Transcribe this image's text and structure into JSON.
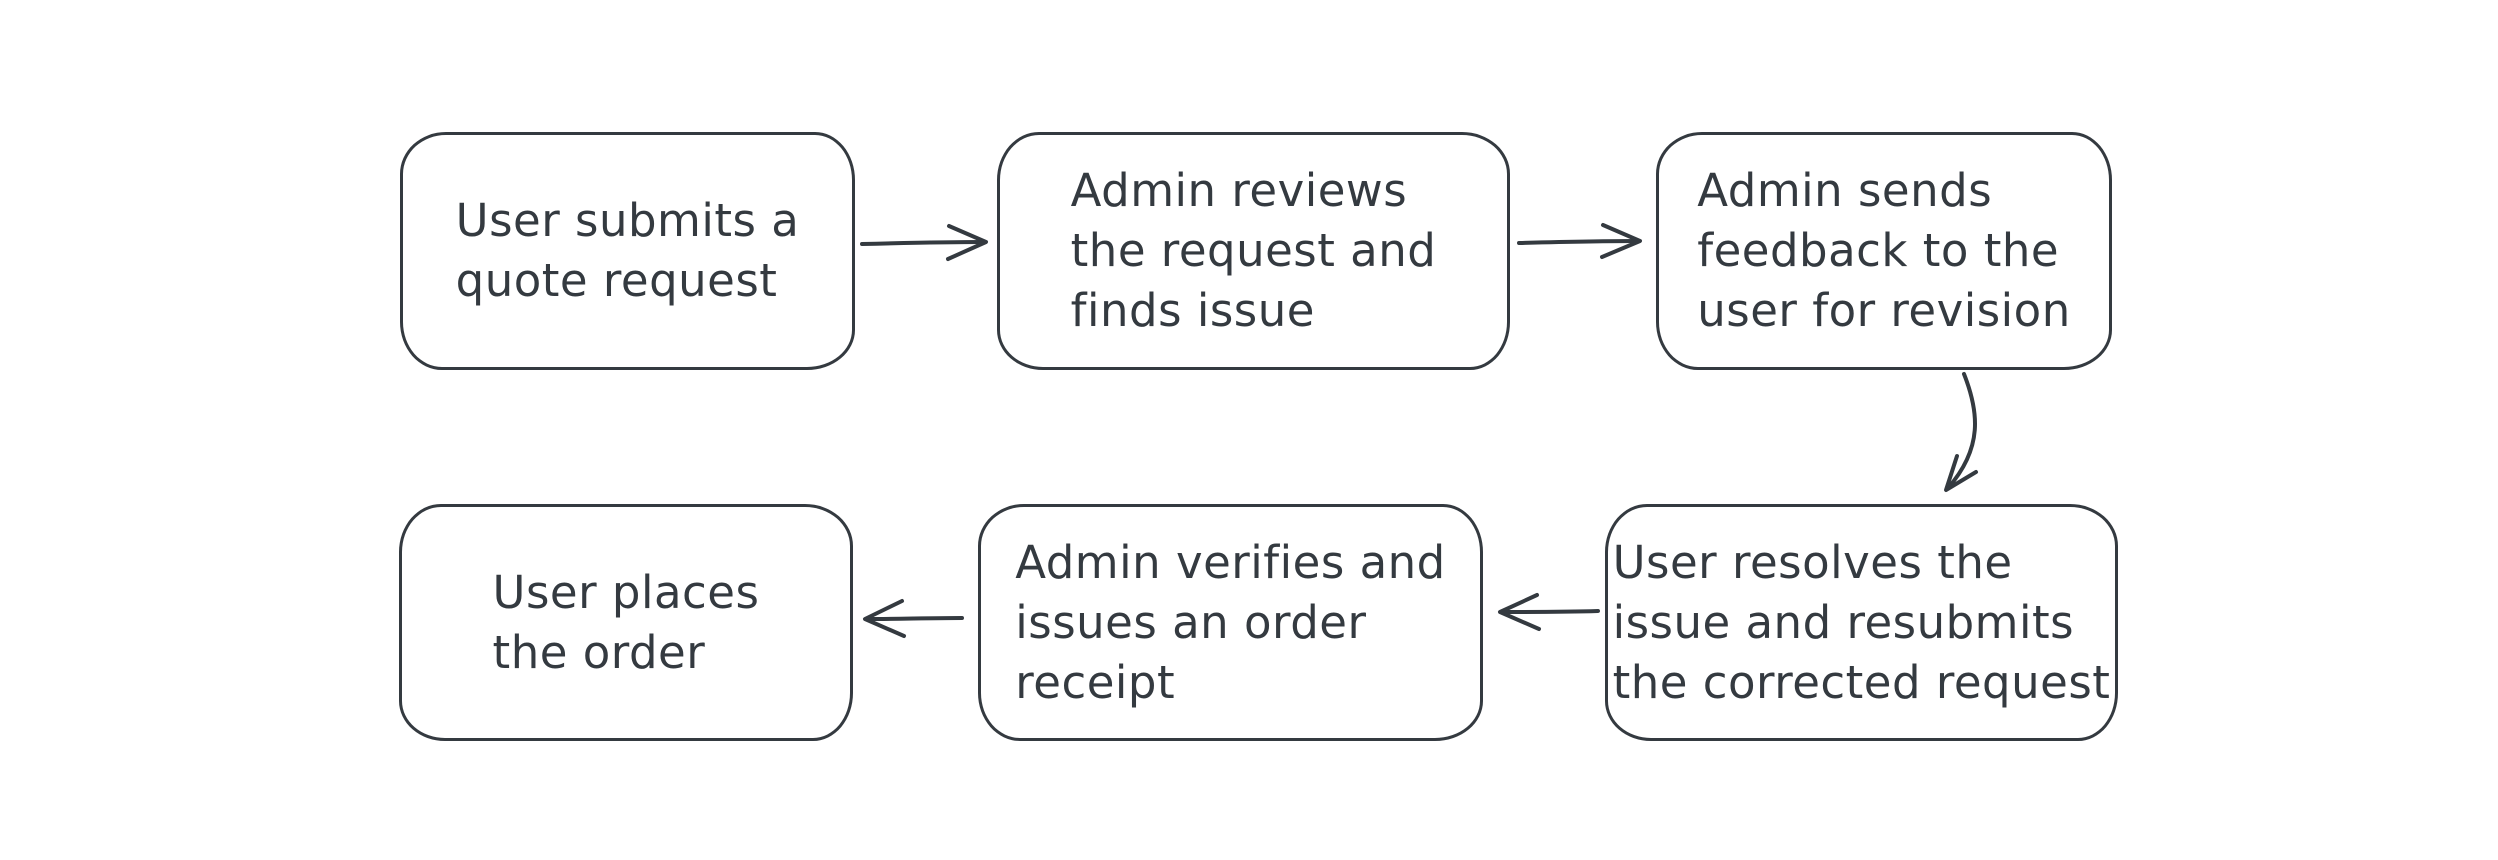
{
  "diagram": {
    "type": "flowchart",
    "background_color": "#ffffff",
    "stroke_color": "#343a40",
    "nodes": [
      {
        "id": "user-submits-quote",
        "label": "User submits a\nquote request"
      },
      {
        "id": "admin-reviews-request",
        "label": "Admin reviews\nthe request and\nfinds issue"
      },
      {
        "id": "admin-sends-feedback",
        "label": "Admin sends\nfeedback to the\nuser for revision"
      },
      {
        "id": "user-resolves-issue",
        "label": "User resolves the\nissue and resubmits\nthe corrected request"
      },
      {
        "id": "admin-verifies-receipt",
        "label": "Admin verifies and\nissues an order\nreceipt"
      },
      {
        "id": "user-places-order",
        "label": "User places\nthe order"
      }
    ],
    "edges": [
      {
        "from": "user-submits-quote",
        "to": "admin-reviews-request",
        "direction": "right"
      },
      {
        "from": "admin-reviews-request",
        "to": "admin-sends-feedback",
        "direction": "right"
      },
      {
        "from": "admin-sends-feedback",
        "to": "user-resolves-issue",
        "direction": "down"
      },
      {
        "from": "user-resolves-issue",
        "to": "admin-verifies-receipt",
        "direction": "left"
      },
      {
        "from": "admin-verifies-receipt",
        "to": "user-places-order",
        "direction": "left"
      }
    ]
  }
}
